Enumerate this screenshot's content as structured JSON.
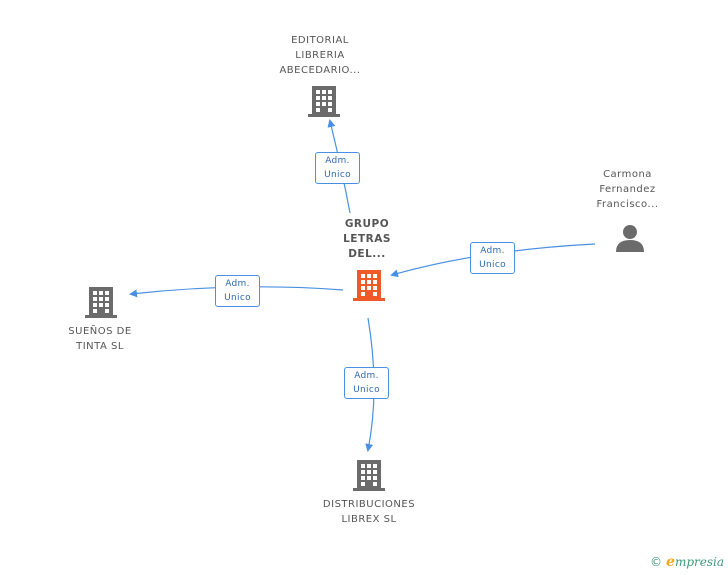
{
  "nodes": {
    "center": {
      "lines": [
        "GRUPO",
        "LETRAS",
        "DEL..."
      ],
      "type": "company",
      "color": "#f05a28"
    },
    "editorial": {
      "lines": [
        "EDITORIAL",
        "LIBRERIA",
        "ABECEDARIO..."
      ],
      "type": "company",
      "color": "#6b6b6b"
    },
    "carmona": {
      "lines": [
        "Carmona",
        "Fernandez",
        "Francisco..."
      ],
      "type": "person",
      "color": "#6b6b6b"
    },
    "suenos": {
      "lines": [
        "SUEÑOS DE",
        "TINTA SL"
      ],
      "type": "company",
      "color": "#6b6b6b"
    },
    "distribuciones": {
      "lines": [
        "DISTRIBUCIONES",
        "LIBREX SL"
      ],
      "type": "company",
      "color": "#6b6b6b"
    }
  },
  "edges": [
    {
      "id": "to-editorial",
      "lines": [
        "Adm.",
        "Unico"
      ]
    },
    {
      "id": "from-carmona",
      "lines": [
        "Adm.",
        "Unico"
      ]
    },
    {
      "id": "to-suenos",
      "lines": [
        "Adm.",
        "Unico"
      ]
    },
    {
      "id": "to-distribuciones",
      "lines": [
        "Adm.",
        "Unico"
      ]
    }
  ],
  "colors": {
    "edge": "#4a90e2",
    "footer": "#3c9a78",
    "footer_e": "#f5a623"
  },
  "icons": {
    "company": "building-icon",
    "person": "person-icon"
  },
  "footer": {
    "copyright": "©",
    "brand_e": "e",
    "brand_rest": "mpresia"
  }
}
